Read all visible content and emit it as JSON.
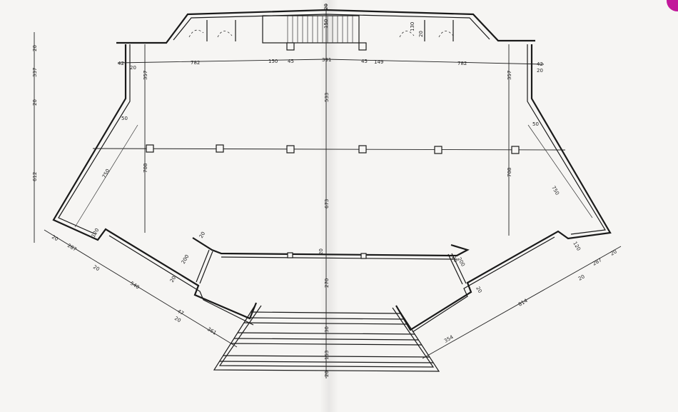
{
  "plan": {
    "top_dims": [
      "42",
      "782",
      "150",
      "45",
      "391",
      "45",
      "149",
      "782",
      "42"
    ],
    "top_small": [
      "20",
      "20",
      "20",
      "150",
      "20",
      "130"
    ],
    "vertical_center": [
      "533",
      "673",
      "20",
      "270",
      "30",
      "153",
      "20"
    ],
    "left_vertical": [
      "20",
      "337",
      "20",
      "612"
    ],
    "side_vertical": [
      "357",
      "708",
      "357",
      "708"
    ],
    "side_diag": [
      "750",
      "750",
      "50",
      "50"
    ],
    "left_diag": [
      "20",
      "287",
      "20",
      "540",
      "47",
      "20",
      "361",
      "120",
      "200",
      "20",
      "20"
    ],
    "right_diag": [
      "20",
      "287",
      "20",
      "814",
      "354",
      "120",
      "200",
      "20",
      "20"
    ]
  },
  "colors": {
    "paper": "#f6f5f3",
    "ink": "#1a1a1a",
    "marker": "#c2189b"
  }
}
